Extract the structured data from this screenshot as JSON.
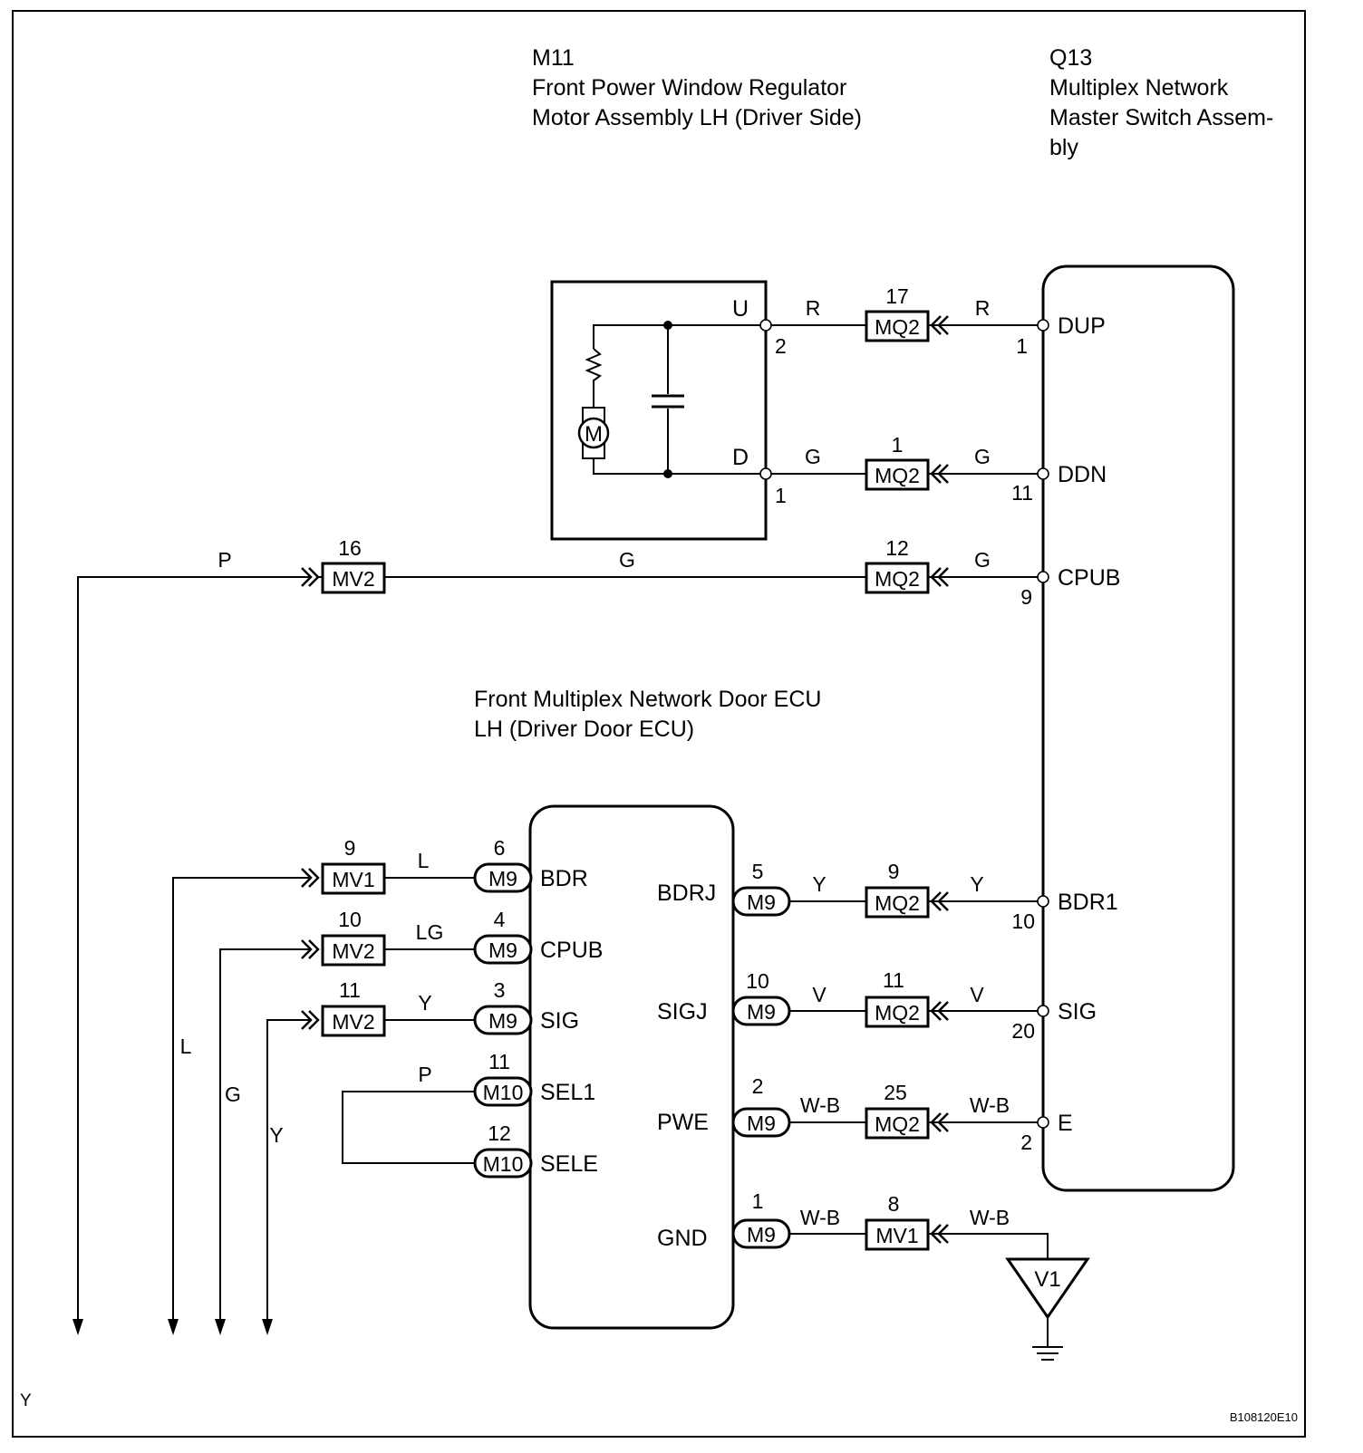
{
  "components": {
    "motor": {
      "code": "M11",
      "name_line1": "Front Power Window Regulator",
      "name_line2": "Motor Assembly LH (Driver Side)",
      "symbol": "M"
    },
    "master_switch": {
      "code": "Q13",
      "name_line1": "Multiplex Network",
      "name_line2": "Master Switch Assem-",
      "name_line3": "bly"
    },
    "door_ecu": {
      "name_line1": "Front Multiplex Network Door ECU",
      "name_line2": "LH (Driver Door ECU)"
    },
    "ground_point": "V1"
  },
  "motor_terminals": {
    "u_name": "U",
    "u_pin": "2",
    "d_name": "D",
    "d_pin": "1"
  },
  "master_switch_pins": [
    {
      "name": "DUP",
      "pin": "1"
    },
    {
      "name": "DDN",
      "pin": "11"
    },
    {
      "name": "CPUB",
      "pin": "9"
    },
    {
      "name": "BDR1",
      "pin": "10"
    },
    {
      "name": "SIG",
      "pin": "20"
    },
    {
      "name": "E",
      "pin": "2"
    }
  ],
  "ecu_left_pins": [
    {
      "name": "BDR",
      "connector": "M9",
      "pin": "6"
    },
    {
      "name": "CPUB",
      "connector": "M9",
      "pin": "4"
    },
    {
      "name": "SIG",
      "connector": "M9",
      "pin": "3"
    },
    {
      "name": "SEL1",
      "connector": "M10",
      "pin": "11"
    },
    {
      "name": "SELE",
      "connector": "M10",
      "pin": "12"
    }
  ],
  "ecu_right_pins": [
    {
      "name": "BDRJ",
      "connector": "M9",
      "pin": "5"
    },
    {
      "name": "SIGJ",
      "connector": "M9",
      "pin": "10"
    },
    {
      "name": "PWE",
      "connector": "M9",
      "pin": "2"
    },
    {
      "name": "GND",
      "connector": "M9",
      "pin": "1"
    }
  ],
  "junction_connectors": [
    {
      "code": "MQ2",
      "pin": "17"
    },
    {
      "code": "MQ2",
      "pin": "1"
    },
    {
      "code": "MQ2",
      "pin": "12"
    },
    {
      "code": "MV2",
      "pin": "16"
    },
    {
      "code": "MQ2",
      "pin": "9"
    },
    {
      "code": "MQ2",
      "pin": "11"
    },
    {
      "code": "MQ2",
      "pin": "25"
    },
    {
      "code": "MV1",
      "pin": "8"
    },
    {
      "code": "MV1",
      "pin": "9"
    },
    {
      "code": "MV2",
      "pin": "10"
    },
    {
      "code": "MV2",
      "pin": "11"
    }
  ],
  "wire_colors": {
    "dup_right": "R",
    "dup_left": "R",
    "ddn_right": "G",
    "ddn_left": "G",
    "cpub_right": "G",
    "cpub_mid": "G",
    "cpub_left": "P",
    "bdr1_right": "Y",
    "bdr1_left": "Y",
    "sig_right": "V",
    "sig_left": "V",
    "e_right": "W-B",
    "e_left": "W-B",
    "gnd_right": "W-B",
    "gnd_left": "W-B",
    "bdr": "L",
    "cpub_ecu": "LG",
    "sig_ecu": "Y",
    "sel_loop": "P",
    "drop_bdr": "L",
    "drop_cpub": "G",
    "drop_sig": "Y"
  },
  "footer": {
    "left": "Y",
    "ref": "B108120E10"
  }
}
